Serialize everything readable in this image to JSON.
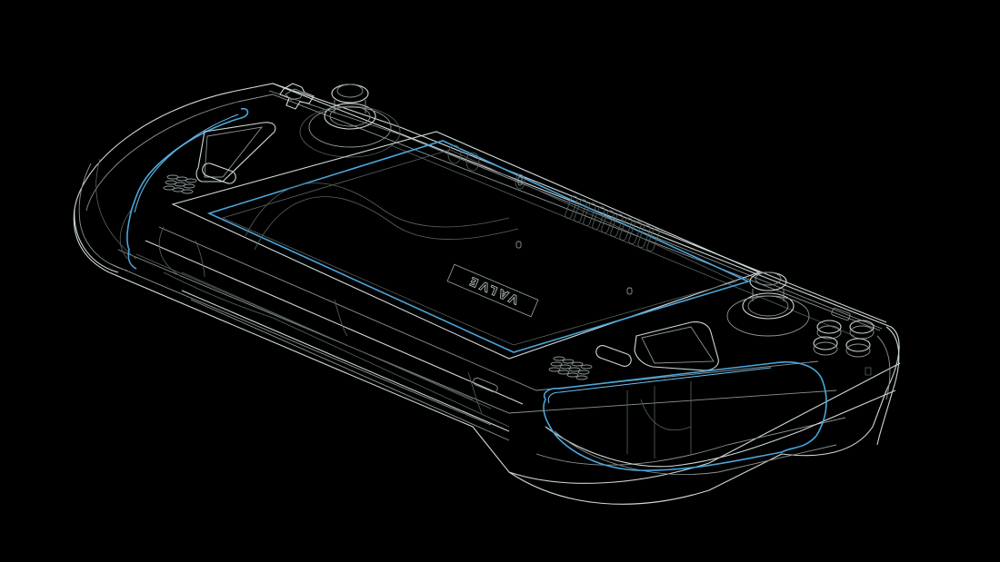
{
  "illustration": {
    "subject": "handheld gaming device wireframe",
    "style": "technical line drawing",
    "background_color": "#000000",
    "line_color": "#cfd8d8",
    "accent_color": "#4aa6dc",
    "logo_text": "VALVE",
    "logo_orientation": "rotated 180 degrees",
    "highlighted_parts": [
      "left grip outline",
      "screen outline",
      "right grip outline"
    ]
  }
}
